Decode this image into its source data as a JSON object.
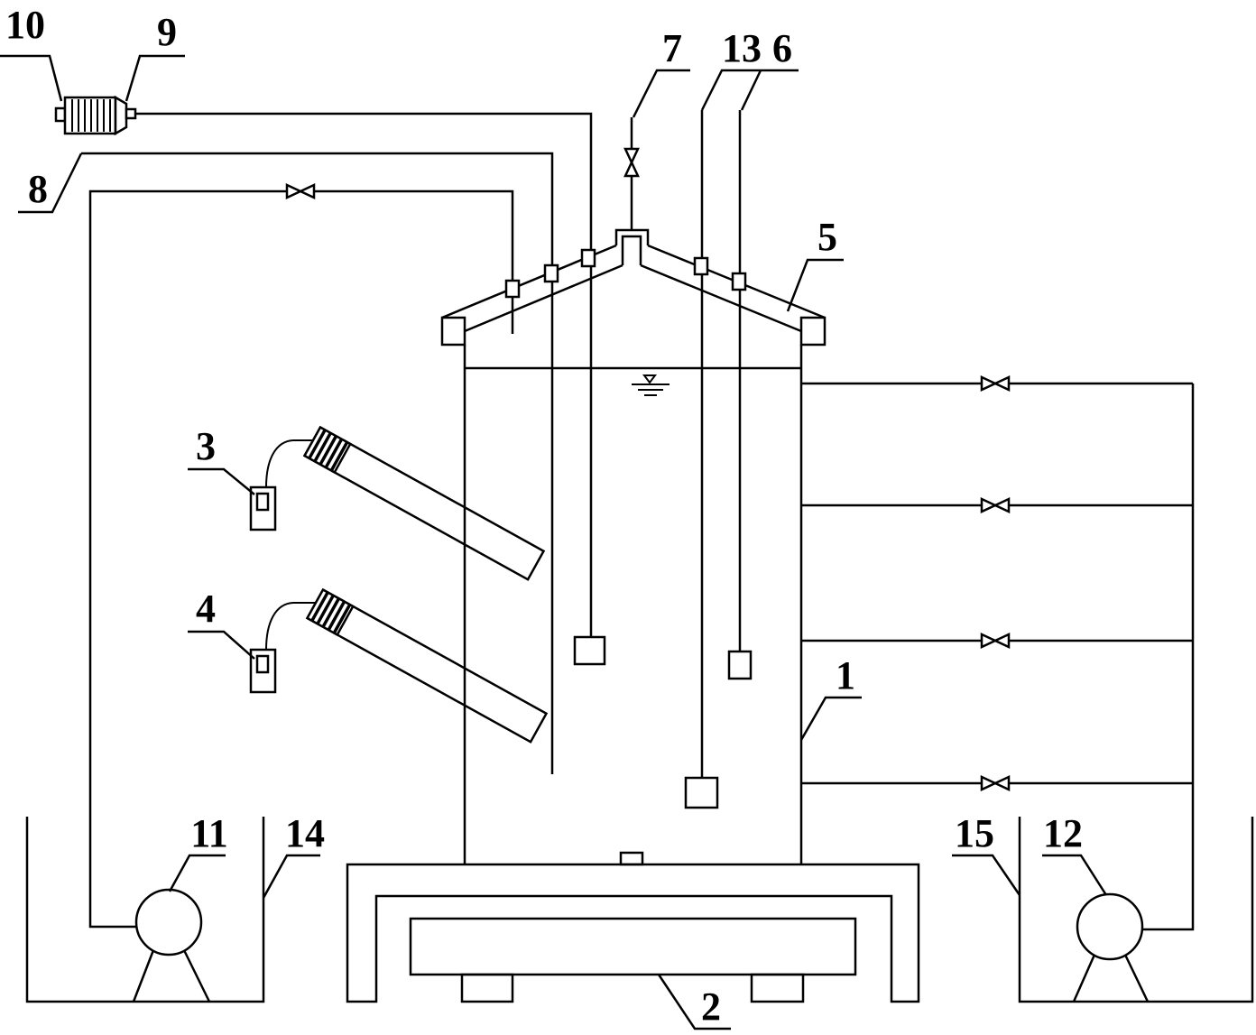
{
  "callouts": {
    "c1": "1",
    "c2": "2",
    "c3": "3",
    "c4": "4",
    "c5": "5",
    "c6": "6",
    "c7": "7",
    "c8": "8",
    "c9": "9",
    "c10": "10",
    "c11": "11",
    "c12": "12",
    "c13": "13",
    "c14": "14",
    "c15": "15"
  },
  "colors": {
    "stroke": "#000000",
    "background": "#ffffff"
  }
}
